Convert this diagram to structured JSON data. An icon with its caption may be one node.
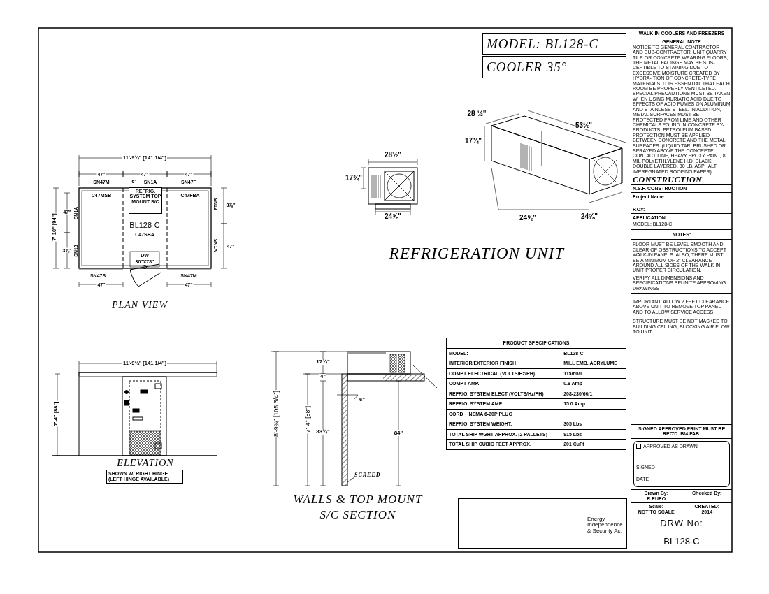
{
  "diagram": {
    "nodes": [
      {
        "text": [
          "MODEL:  BL128-C"
        ]
      },
      {
        "text": [
          "COOLER 35°"
        ]
      },
      {
        "text": [
          "REFRIG. SYSTEM TOP MOUNT S/C"
        ]
      },
      {
        "text": [
          "SHOWN W/ RIGHT HINGE (LEFT HINGE AVAILABLE)"
        ]
      },
      {
        "text": [
          "SCREED"
        ]
      },
      {
        "text": [],
        "shape": "bar"
      },
      {
        "text": [
          "WALK-IN COOLERS AND FREEZERS"
        ]
      },
      {
        "text": [
          "GENERAL NOTE",
          "NOTICE TO GENERAL CONTRACTOR AND SUB-CONTRACTOR. UNIT QUARRY TILE OR CONCRETE WEARING FLOORS, THE METAL FACINGS MAY BE SUS- CEPTIBLE TO STAINING DUE TO EXCESSIVE MOISTURE CREATED BY HYDRA- TION OF CONCRETE-TYPE MATERIALS. IT IS ESSENTIAL THAT EACH ROOM BE PROPERLY VENTILETED. SPECIAL PRECAUTIONS MUST BE TAKEN WHEN USING MURIATIC ACID DUE TO EFFECTS OF ACID FUMES ON ALUMINUM AND STAINLESS STEEL. IN ADDITION, METAL SURFACES MUST BE PROTECTED FROM LIME AND OTHER CHEMICALS FOUND IN CONCRETE BY-PRODUCTS. PETROLEUM BASED PROTECTION MUST BE APPLIED BETWEEN CONCRETE AND THE METAL SURFACES. (LIQUID TAR, BRUSHED OR SPRAYED ABOVE THE CONCRETE CONTACT LINE, HEAVY EPOXY PAINT, 8 MIL POLYETHLYLENE H.D. BLACK DOUBLE LAYERED, 30 LB. ASPHALT IMPREGNATED ROOFING PAPER)."
        ]
      },
      {
        "text": [
          "CONSTRUCTION"
        ]
      },
      {
        "text": [
          "N.S.F. CONSTRUCTION"
        ]
      },
      {
        "text": [
          "Project Name:"
        ]
      },
      {
        "text": [
          "P.O#:"
        ]
      },
      {
        "text": [
          "APPLICATION:",
          "MODEL: BL128-C"
        ]
      },
      {
        "text": [
          "NOTES:"
        ]
      },
      {
        "text": [
          "FLOOR MUST BE LEVEL SMOOTH AND CLEAR OF OBSTRUCTIONS TO ACCEPT WALK-IN PANELS. ALSO, THERE MUST BE A MINIMUM OF 2\" CLEARANCE AROUND ALL SIDES OF THE WALK-IN UNIT PROPER CIRCULATION.",
          "VERIFY ALL DIMENSIONS AND SPECIFICATIONS BEUNITE APPROVING DRAWINGS"
        ]
      },
      {
        "text": [
          "IMPORTANT: ALLOW 2 FEET CLEARANCE ABOVE UNIT TO REMOVE TOP PANEL AND TO ALLOW SERVICE ACCESS.",
          "STRUCTURE MUST BE NOT MASKED TO BUILDING CEILING, BLOCKING AIR FLOW TO UNIT."
        ]
      },
      {
        "text": [
          "SIGNED APPROVED PRINT MUST BE REC'D. B/4 FAB."
        ]
      },
      {
        "text": [
          "APPROVED AS DRAWN",
          "SIGNED",
          "DATE"
        ]
      },
      {
        "text": [
          "Drawn By:",
          "R.PUPO"
        ]
      },
      {
        "text": [
          "Checked By:"
        ]
      },
      {
        "text": [
          "Scale:",
          "NOT TO SCALE"
        ]
      },
      {
        "text": [
          "CREATED:",
          "2014"
        ]
      },
      {
        "text": [
          "DRW No:"
        ]
      },
      {
        "text": [
          "BL128-C"
        ]
      }
    ],
    "edges": [
      {
        "from": 4,
        "to": 5,
        "arrow": "none"
      }
    ],
    "labels": [
      "28 ½\"",
      "53½\"",
      "17¾\"",
      "28½\"",
      "17¾\"",
      "24⅝\"",
      "24⅝\"",
      "24⅝\"",
      "REFRIGERATION UNIT",
      "11'-9¼\" [141 1/4\"]",
      "47\"",
      "47\"",
      "47\"",
      "SN47M",
      "6\"",
      "SN1A",
      "SN47F",
      "C47MSB",
      "C47FBA",
      "47\"",
      "SN1A",
      "3⅞\"",
      "SN13",
      "7'-10\" [94\"]",
      "BL128-C",
      "C47SBA",
      "3⅞\"",
      "SN13",
      "SN1A",
      "47\"",
      "DW",
      "30\"X78\"",
      "SN47S",
      "SN47M",
      "47\"",
      "47\"",
      "PLAN VIEW",
      "11'-9¼\" [141 1/4\"]",
      "7'-4\" [88\"]",
      "ELEVATION",
      "8'-9¾\" [105 3/4\"]",
      "7'-4\" [88\"]",
      "17¾\"",
      "4\"",
      "6\"",
      "83¾\"",
      "84\"",
      "WALLS & TOP MOUNT S/C SECTION",
      "PRODUCT SPECIFICATIONS",
      "MODEL:",
      "BL128-C",
      "INTERIOR/EXTERIOR FINISH",
      "MILL EMB. ACRYLUME",
      "COMPT ELECTRICAL (VOLTS/Hz/PH)",
      "115/60/1",
      "COMPT AMP.",
      "0.8 Amp",
      "REFRIG. SYSTEM ELECT (VOLTS/Hz/PH)",
      "208-230/60/1",
      "REFRIG. SYSTEM AMP.",
      "15.0 Amp",
      "CORD + NEMA 6-20P PLUG",
      "REFRIG. SYSTEM WEIGHT.",
      "305 Lbs",
      "TOTAL SHIP WGHT APPROX. (2 PALLETS)",
      "915 Lbs",
      "TOTAL SHIP CUBIC FEET APPROX.",
      "201 CuFt",
      "Energy Independence & Security Act"
    ]
  }
}
